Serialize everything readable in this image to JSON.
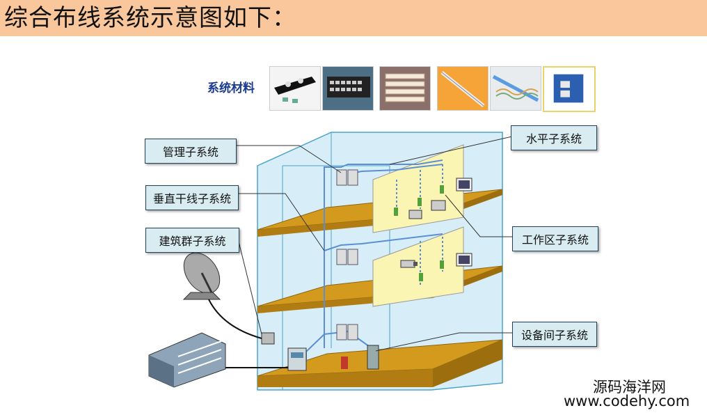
{
  "title": "综合布线系统示意图如下：",
  "materials": {
    "label": "系统材料",
    "items": [
      "patch-panel-icon",
      "network-switch-icon",
      "cross-connect-block-icon",
      "fiber-cable-icon",
      "twisted-pair-cable-icon",
      "rj45-outlet-icon"
    ]
  },
  "labels": {
    "management": "管理子系统",
    "backbone": "垂直干线子系统",
    "campus": "建筑群子系统",
    "horizontal": "水平子系统",
    "work_area": "工作区子系统",
    "equipment_room": "设备间子系统"
  },
  "watermark": {
    "site_name": "源码海洋网",
    "url": "www.codehy.com"
  },
  "colors": {
    "title_bar": "#f9c79b",
    "floor_top": "#d49a1e",
    "building_glass": "#d7eef8",
    "partition": "#fbf5b4",
    "label_fill": "#d8ecf2",
    "cable": "#5a8fd6"
  }
}
